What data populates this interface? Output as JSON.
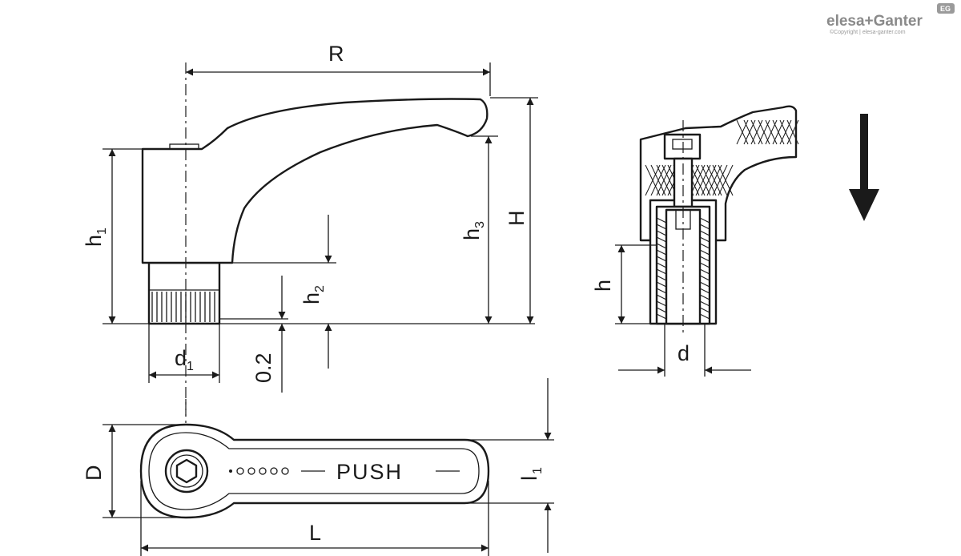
{
  "brand": {
    "logo_text": "elesa+Ganter",
    "copyright": "©Copyright | elesa-ganter.com",
    "badge": "EG"
  },
  "lever_label": "PUSH",
  "dimensions": {
    "R": "R",
    "H": "H",
    "h1_main": "h",
    "h1_sub": "1",
    "h2_main": "h",
    "h2_sub": "2",
    "h3_main": "h",
    "h3_sub": "3",
    "d1_main": "d",
    "d1_sub": "1",
    "gap": "0.2",
    "h": "h",
    "d": "d",
    "D": "D",
    "L": "L",
    "l1_main": "l",
    "l1_sub": "1"
  },
  "colors": {
    "line": "#1a1a1a",
    "logo": "#8a8a8a",
    "background": "#ffffff"
  }
}
